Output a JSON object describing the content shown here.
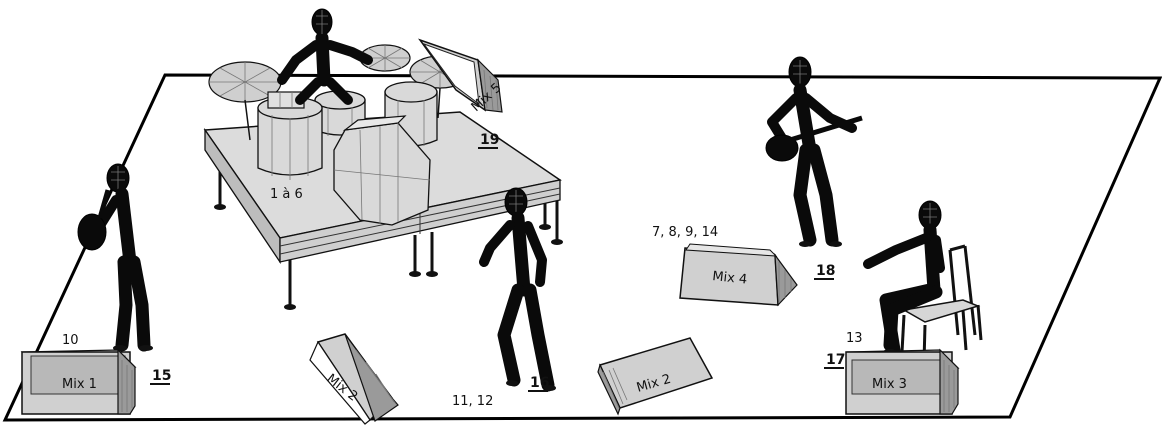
{
  "stage_labels": {
    "drums_channels": "1 à 6",
    "mix1_channel": "10",
    "stage_front_channels": "11, 12",
    "keys_channels": "7, 8, 9, 14",
    "mix3_channel": "13"
  },
  "monitors": {
    "mix1": "Mix 1",
    "mix2_left": "Mix 2",
    "mix2_right": "Mix 2",
    "mix3": "Mix 3",
    "mix4": "Mix 4",
    "mix5": "Mix 5"
  },
  "positions": {
    "p15": "15",
    "p16": "16",
    "p17": "17",
    "p18": "18",
    "p19": "19"
  }
}
